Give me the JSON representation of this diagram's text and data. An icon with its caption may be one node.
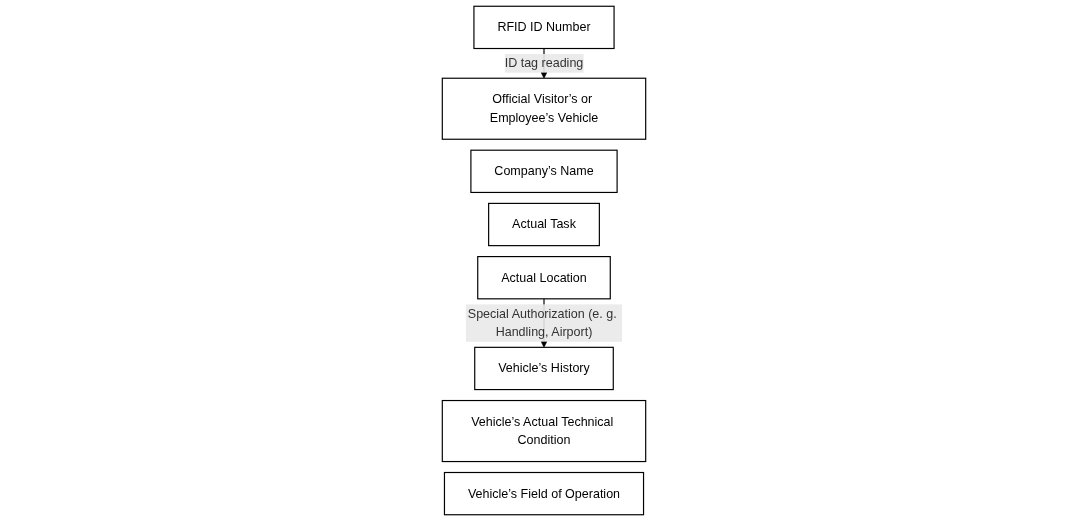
{
  "diagram": {
    "nodes": [
      {
        "text": [
          "RFID ID Number"
        ]
      },
      {
        "text": [
          "Official Visitor’s or Employee’s Vehicle"
        ]
      },
      {
        "text": [
          "Company’s Name"
        ]
      },
      {
        "text": [
          "Actual Task"
        ]
      },
      {
        "text": [
          "Actual Location"
        ]
      },
      {
        "text": [
          "Vehicle’s History"
        ]
      },
      {
        "text": [
          "Vehicle’s Actual Technical Condition"
        ]
      },
      {
        "text": [
          "Vehicle’s Field of Operation"
        ]
      }
    ],
    "edges": [
      {
        "from": 0,
        "to": 1,
        "arrow": "to",
        "label": "ID tag reading"
      },
      {
        "from": 4,
        "to": 5,
        "arrow": "to",
        "label": "Special Authorization (e. g. Handling, Airport)"
      }
    ]
  }
}
